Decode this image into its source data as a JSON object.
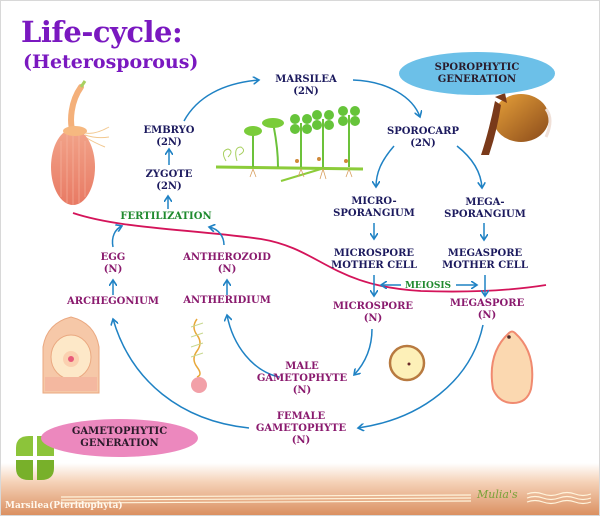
{
  "title": {
    "line1": "Life-cycle:",
    "line2": "(Heterosporous)"
  },
  "generations": {
    "sporophytic": {
      "line1": "SPOROPHYTIC",
      "line2": "GENERATION",
      "color": "#6cc0e8"
    },
    "gametophytic": {
      "line1": "GAMETOPHYTIC",
      "line2": "GENERATION",
      "color": "#ec88be"
    }
  },
  "sporophyte_stages": {
    "marsilea": {
      "name": "MARSILEA",
      "ploidy": "(2N)"
    },
    "sporocarp": {
      "name": "SPOROCARP",
      "ploidy": "(2N)"
    },
    "microsporangium": {
      "line1": "MICRO-",
      "line2": "SPORANGIUM"
    },
    "megasporangium": {
      "line1": "MEGA-",
      "line2": "SPORANGIUM"
    },
    "microspore_mother_cell": {
      "line1": "MICROSPORE",
      "line2": "MOTHER CELL"
    },
    "megaspore_mother_cell": {
      "line1": "MEGASPORE",
      "line2": "MOTHER CELL"
    },
    "embryo": {
      "name": "EMBRYO",
      "ploidy": "(2N)"
    },
    "zygote": {
      "name": "ZYGOTE",
      "ploidy": "(2N)"
    }
  },
  "events": {
    "fertilization": "FERTILIZATION",
    "meiosis": "MEIOSIS"
  },
  "gametophyte_stages": {
    "microspore": {
      "name": "MICROSPORE",
      "ploidy": "(N)"
    },
    "megaspore": {
      "name": "MEGASPORE",
      "ploidy": "(N)"
    },
    "male_gametophyte": {
      "line1": "MALE",
      "line2": "GAMETOPHYTE",
      "ploidy": "(N)"
    },
    "female_gametophyte": {
      "line1": "FEMALE",
      "line2": "GAMETOPHYTE",
      "ploidy": "(N)"
    },
    "antheridium": "ANTHERIDIUM",
    "archegonium": "ARCHEGONIUM",
    "antherozoid": {
      "name": "ANTHEROZOID",
      "ploidy": "(N)"
    },
    "egg": {
      "name": "EGG",
      "ploidy": "(N)"
    }
  },
  "colors": {
    "title": "#7a18c0",
    "sporophyte_text": "#1c1a5e",
    "gametophyte_text": "#8a1a6e",
    "event_text": "#1f8a2e",
    "arrows": "#1f82c4",
    "divider_line": "#d4145a"
  },
  "footer": {
    "caption": "Marsilea(Pteridophyta)",
    "signature": "Mulia's"
  }
}
